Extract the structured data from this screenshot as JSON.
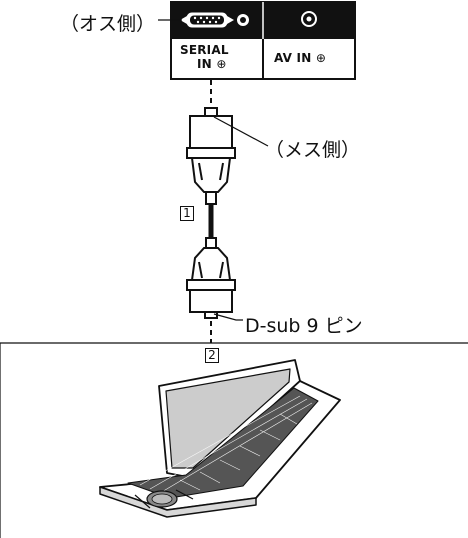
{
  "labels": {
    "male_side": "（オス側）",
    "female_side": "（メス側）",
    "dsub": "D-sub 9 ピン",
    "callout_cable": "1",
    "callout_pc": "2"
  },
  "panel": {
    "serial_line1": "SERIAL",
    "serial_line2": "IN",
    "av_label": "AV IN"
  },
  "icons": {
    "serial_port": "db9-port-icon",
    "screw": "screw-icon",
    "av_jack": "av-jack-icon",
    "input_arrow": "input-arrow-icon",
    "connector": "db9-connector-icon",
    "laptop": "laptop-icon"
  }
}
